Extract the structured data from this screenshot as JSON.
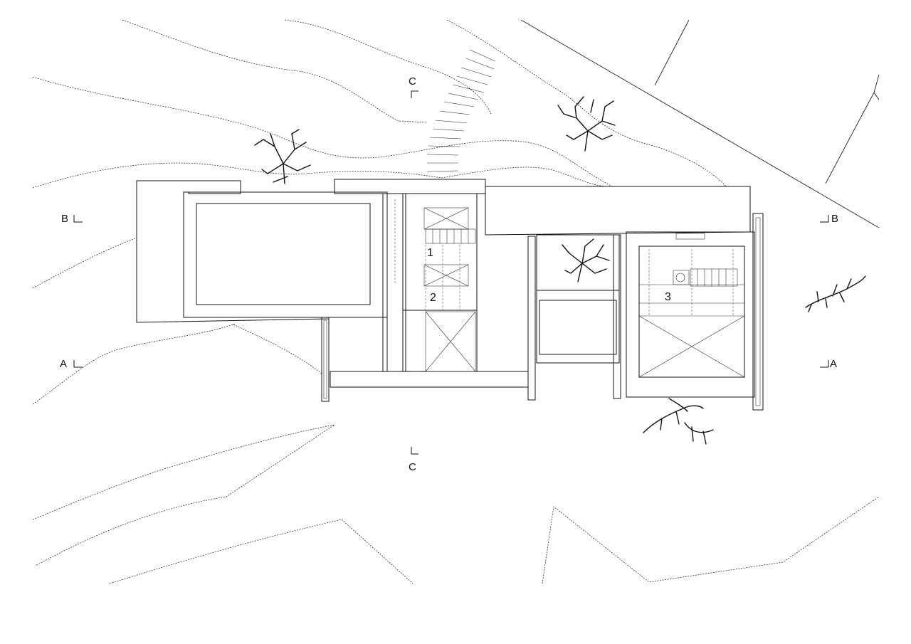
{
  "section_markers": {
    "a": "A",
    "b": "B",
    "c": "C"
  },
  "room_numbers": {
    "r1": "1",
    "r2": "2",
    "r3": "3"
  },
  "colors": {
    "line": "#222222",
    "background": "#ffffff"
  }
}
